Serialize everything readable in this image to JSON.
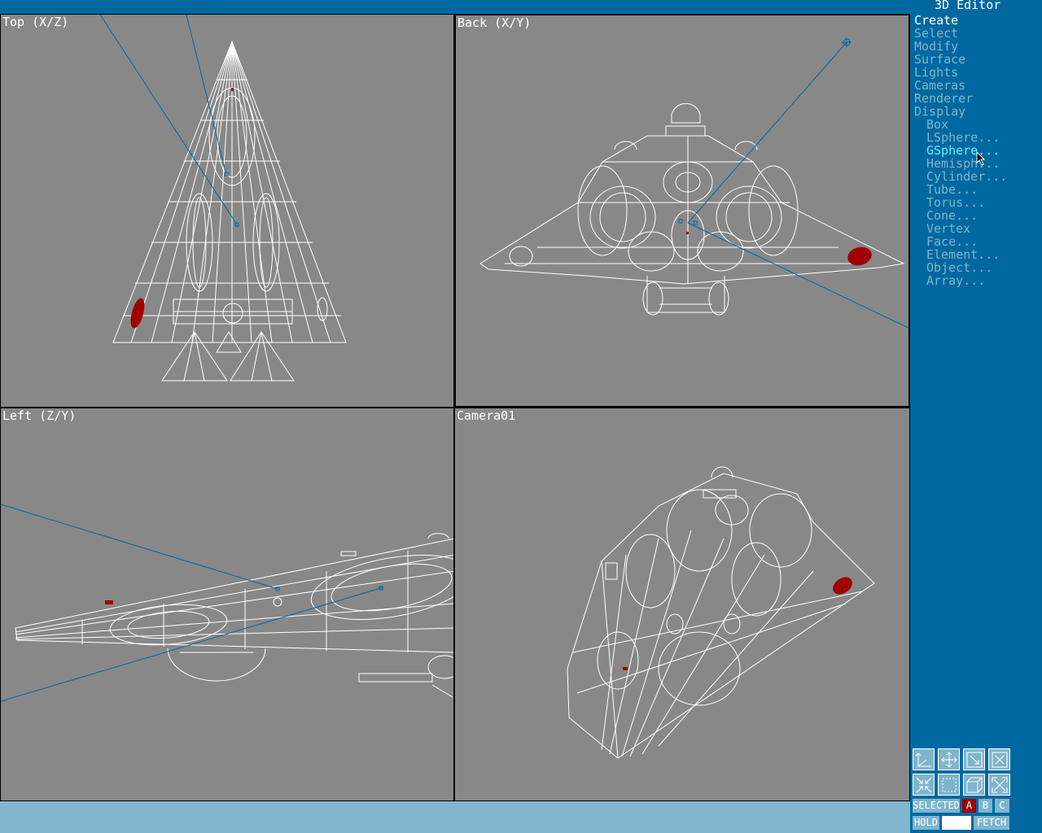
{
  "app": {
    "title": "3D Editor"
  },
  "viewports": {
    "top": {
      "label": "Top (X/Z)"
    },
    "back": {
      "label": "Back (X/Y)"
    },
    "left": {
      "label": "Left (Z/Y)"
    },
    "camera": {
      "label": "Camera01"
    }
  },
  "menu": {
    "top_items": [
      "Create",
      "Select",
      "Modify",
      "Surface",
      "Lights",
      "Cameras",
      "Renderer",
      "Display"
    ],
    "current": "Create",
    "sub_items": [
      "Box",
      "LSphere...",
      "GSphere...",
      "Hemisph...",
      "Cylinder...",
      "Tube...",
      "Torus...",
      "Cone...",
      "Vertex",
      "Face...",
      "Element...",
      "Object...",
      "Array..."
    ],
    "highlighted": "GSphere..."
  },
  "toolbar": {
    "icons": [
      "axis-icon",
      "pan-icon",
      "zoom-region-icon",
      "zoom-extents-icon",
      "zoom-out-icon",
      "region-icon",
      "cube-icon",
      "full-screen-icon"
    ],
    "selected_label": "SELECTED",
    "sel_a": "A",
    "sel_b": "B",
    "sel_c": "C",
    "hold_label": "HOLD",
    "fetch_label": "FETCH"
  },
  "colors": {
    "panel": "#0068a0",
    "viewport": "#888888",
    "wire": "#ffffff",
    "selected": "#a00000",
    "camera_line": "#0068a0"
  }
}
